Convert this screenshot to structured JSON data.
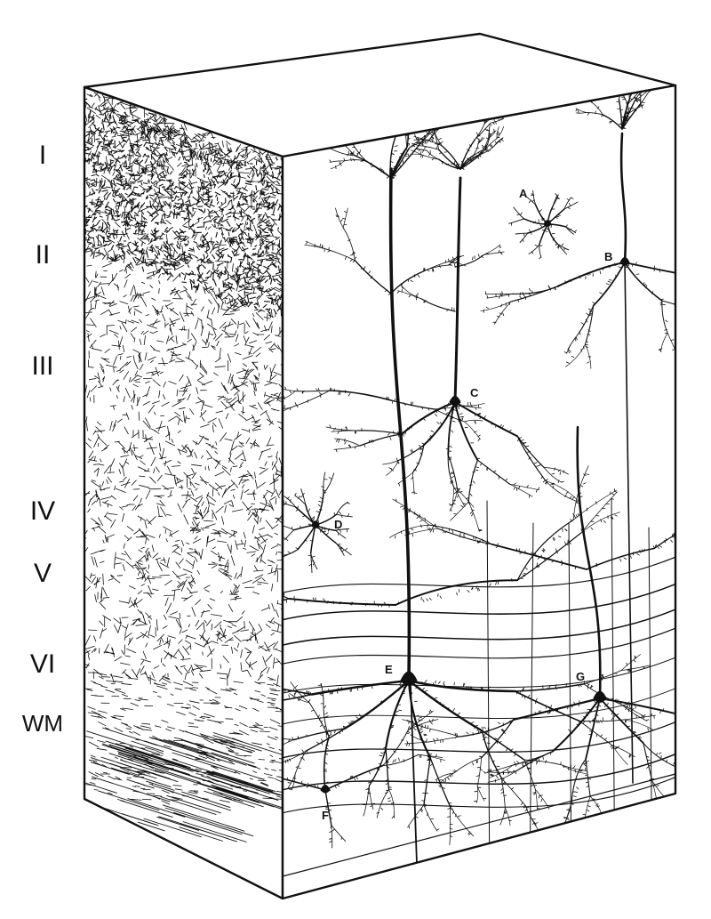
{
  "layers": [
    {
      "label": "I"
    },
    {
      "label": "II"
    },
    {
      "label": "III"
    },
    {
      "label": "IV"
    },
    {
      "label": "V"
    },
    {
      "label": "VI"
    },
    {
      "label": "WM"
    }
  ],
  "cells": [
    {
      "letter": "A"
    },
    {
      "letter": "B"
    },
    {
      "letter": "C"
    },
    {
      "letter": "D"
    },
    {
      "letter": "E"
    },
    {
      "letter": "G"
    },
    {
      "letter": "F"
    }
  ],
  "colors": {
    "ink": "#111111",
    "paper": "#ffffff"
  }
}
